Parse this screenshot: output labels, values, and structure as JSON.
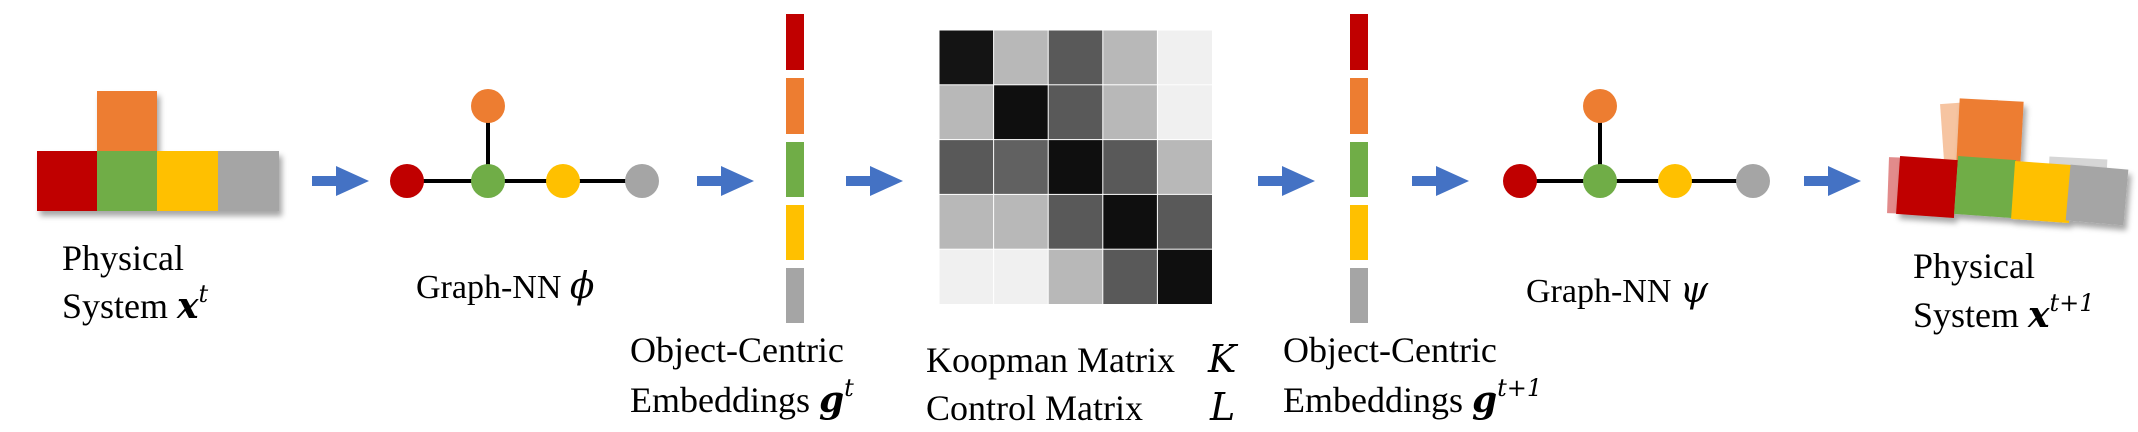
{
  "colors": {
    "red": "#C00000",
    "orange": "#ED7D31",
    "green": "#70AD47",
    "yellow": "#FFC000",
    "gray": "#A5A5A5",
    "arrow": "#4472C4",
    "edge": "#000000"
  },
  "labels": {
    "physical_in": {
      "line1": "Physical",
      "line2_text": "System ",
      "symbol": "x",
      "sup": "t"
    },
    "gnn_phi": {
      "text": "Graph-NN ",
      "symbol": "ϕ"
    },
    "emb_in": {
      "line1": "Object-Centric",
      "line2_text": "Embeddings ",
      "symbol": "g",
      "sup": "t"
    },
    "koopman": {
      "line1": "Koopman Matrix",
      "sym1": "K",
      "line2": "Control Matrix",
      "sym2": "L"
    },
    "emb_out": {
      "line1": "Object-Centric",
      "line2_text": "Embeddings ",
      "symbol": "g",
      "sup": "t+1"
    },
    "gnn_psi": {
      "text": "Graph-NN ",
      "symbol": "ψ"
    },
    "physical_out": {
      "line1": "Physical",
      "line2_text": "System ",
      "symbol": "x",
      "sup": "t+1"
    }
  },
  "koopman_matrix": [
    [
      0.08,
      0.72,
      0.35,
      0.72,
      0.94
    ],
    [
      0.72,
      0.06,
      0.35,
      0.72,
      0.94
    ],
    [
      0.35,
      0.38,
      0.06,
      0.35,
      0.72
    ],
    [
      0.72,
      0.72,
      0.35,
      0.06,
      0.35
    ],
    [
      0.94,
      0.94,
      0.72,
      0.35,
      0.06
    ]
  ]
}
